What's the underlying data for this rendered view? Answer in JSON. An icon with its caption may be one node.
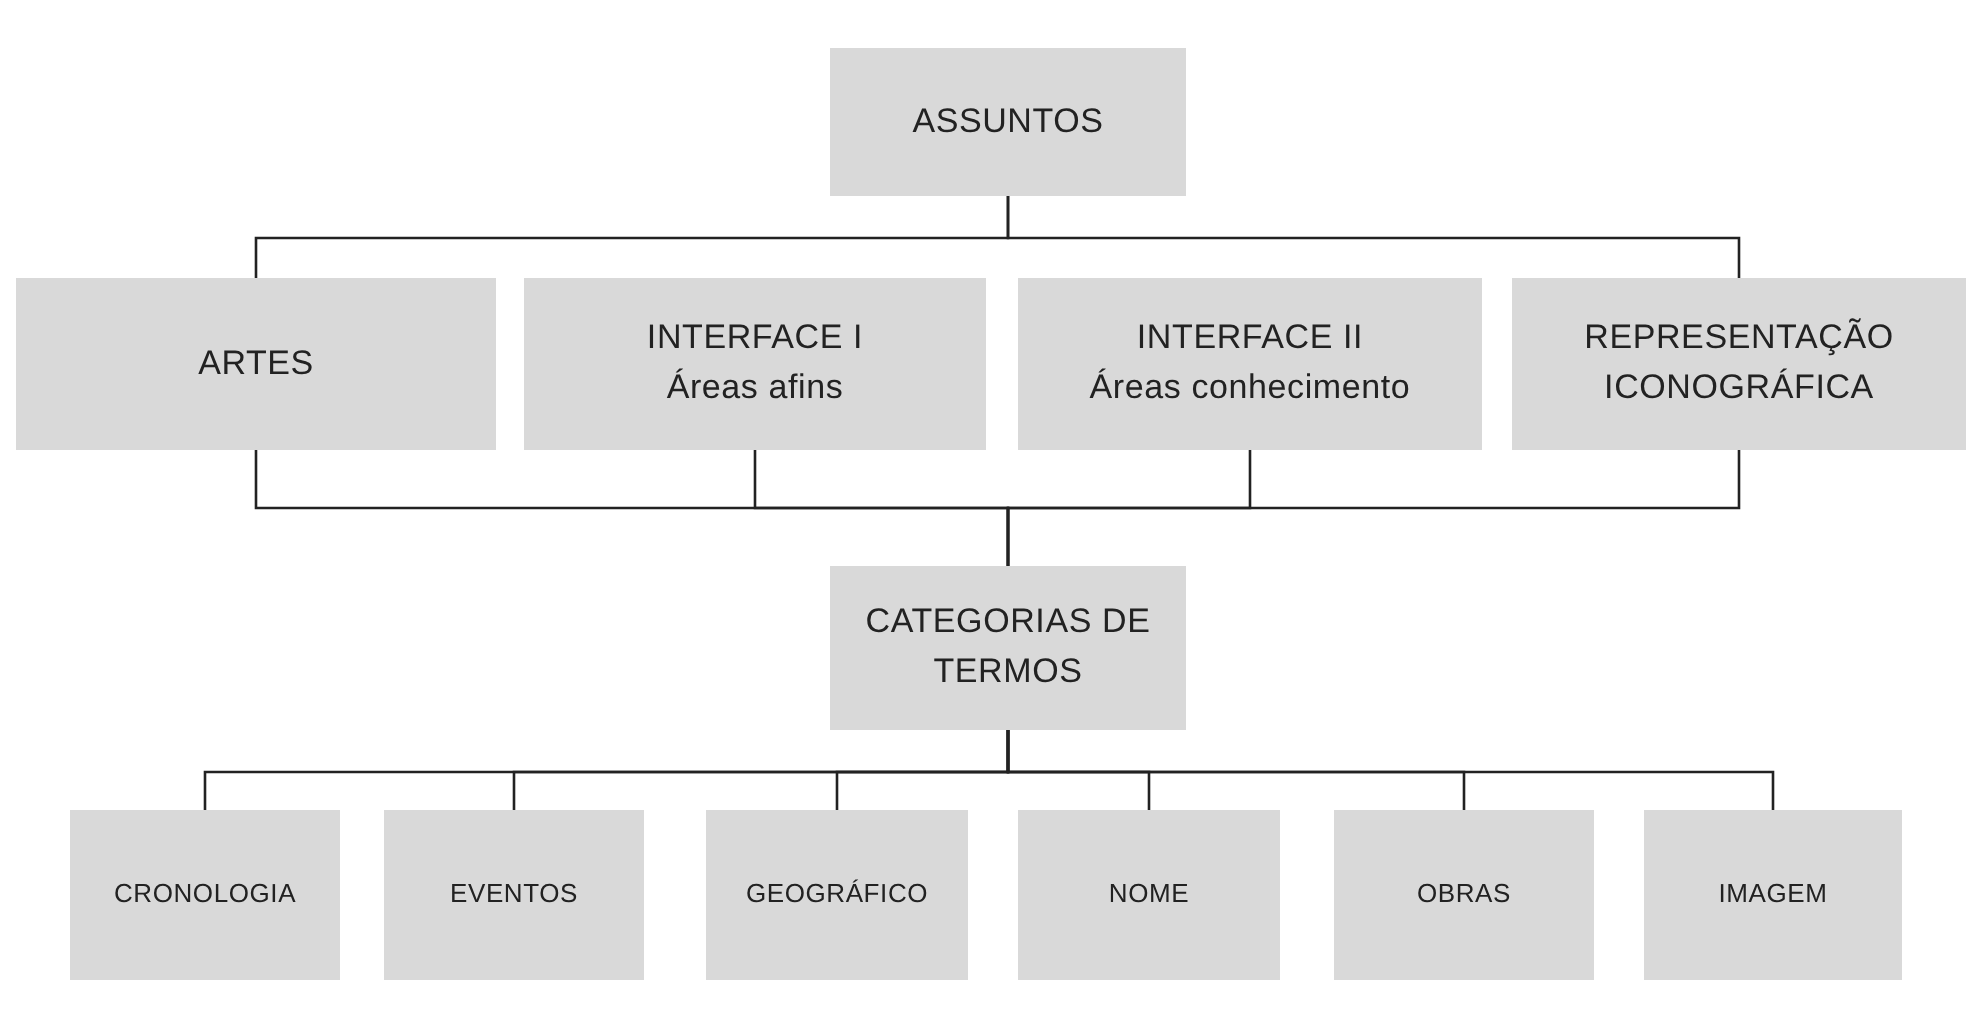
{
  "diagram": {
    "nodes": [
      {
        "text": [
          "ASSUNTOS"
        ]
      },
      {
        "text": [
          "ARTES"
        ]
      },
      {
        "text": [
          "INTERFACE I",
          "Áreas afins"
        ]
      },
      {
        "text": [
          "INTERFACE II",
          "Áreas conhecimento"
        ]
      },
      {
        "text": [
          "REPRESENTAÇÃO ICONOGRÁFICA"
        ]
      },
      {
        "text": [
          "CATEGORIAS DE TERMOS"
        ]
      },
      {
        "text": [
          "CRONOLOGIA"
        ]
      },
      {
        "text": [
          "EVENTOS"
        ]
      },
      {
        "text": [
          "GEOGRÁFICO"
        ]
      },
      {
        "text": [
          "NOME"
        ]
      },
      {
        "text": [
          "OBRAS"
        ]
      },
      {
        "text": [
          "IMAGEM"
        ]
      }
    ],
    "edges": [
      {
        "from": 0,
        "to": 1,
        "arrow": "none"
      },
      {
        "from": 0,
        "to": 4,
        "arrow": "none"
      },
      {
        "from": 1,
        "to": 5,
        "arrow": "none"
      },
      {
        "from": 2,
        "to": 5,
        "arrow": "none"
      },
      {
        "from": 3,
        "to": 5,
        "arrow": "none"
      },
      {
        "from": 4,
        "to": 5,
        "arrow": "none"
      },
      {
        "from": 5,
        "to": 6,
        "arrow": "none"
      },
      {
        "from": 5,
        "to": 7,
        "arrow": "none"
      },
      {
        "from": 5,
        "to": 8,
        "arrow": "none"
      },
      {
        "from": 5,
        "to": 9,
        "arrow": "none"
      },
      {
        "from": 5,
        "to": 10,
        "arrow": "none"
      },
      {
        "from": 5,
        "to": 11,
        "arrow": "none"
      }
    ]
  }
}
